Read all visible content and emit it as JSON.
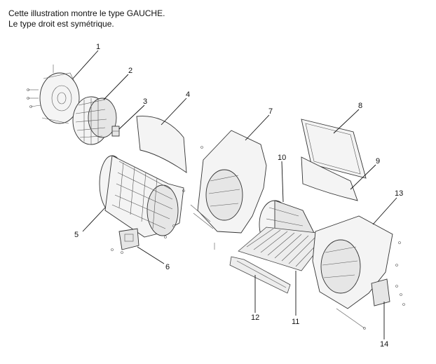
{
  "caption": {
    "line1": "Cette illustration montre le type GAUCHE.",
    "line2": "Le type droit est symétrique."
  },
  "callouts": {
    "c1": "1",
    "c2": "2",
    "c3": "3",
    "c4": "4",
    "c5": "5",
    "c6": "6",
    "c7": "7",
    "c8": "8",
    "c9": "9",
    "c10": "10",
    "c11": "11",
    "c12": "12",
    "c13": "13",
    "c14": "14"
  }
}
